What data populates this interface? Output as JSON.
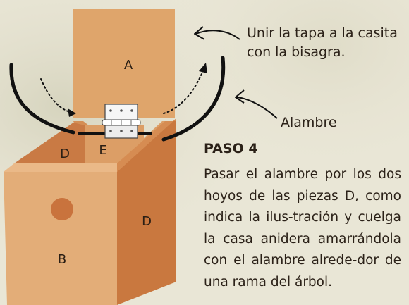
{
  "piece_labels": {
    "lid": "A",
    "front": "B",
    "side_left": "D",
    "side_right": "D",
    "top_board": "E"
  },
  "annotations": {
    "lid": "Unir la tapa a la casita con la bisagra.",
    "wire": "Alambre"
  },
  "step": {
    "heading": "PASO 4",
    "body": "Pasar el alambre por los dos hoyos de las piezas D, como indica la ilus-tración y cuelga la casa anidera amarrándola con el alambre alrede-dor de una rama del árbol."
  },
  "colors": {
    "background": "#e7e3d2",
    "wood_light": "#e0a870",
    "wood_mid": "#d28c52",
    "wood_dark": "#c06e38",
    "hinge": "#f3f3f3",
    "outline": "#111111"
  }
}
